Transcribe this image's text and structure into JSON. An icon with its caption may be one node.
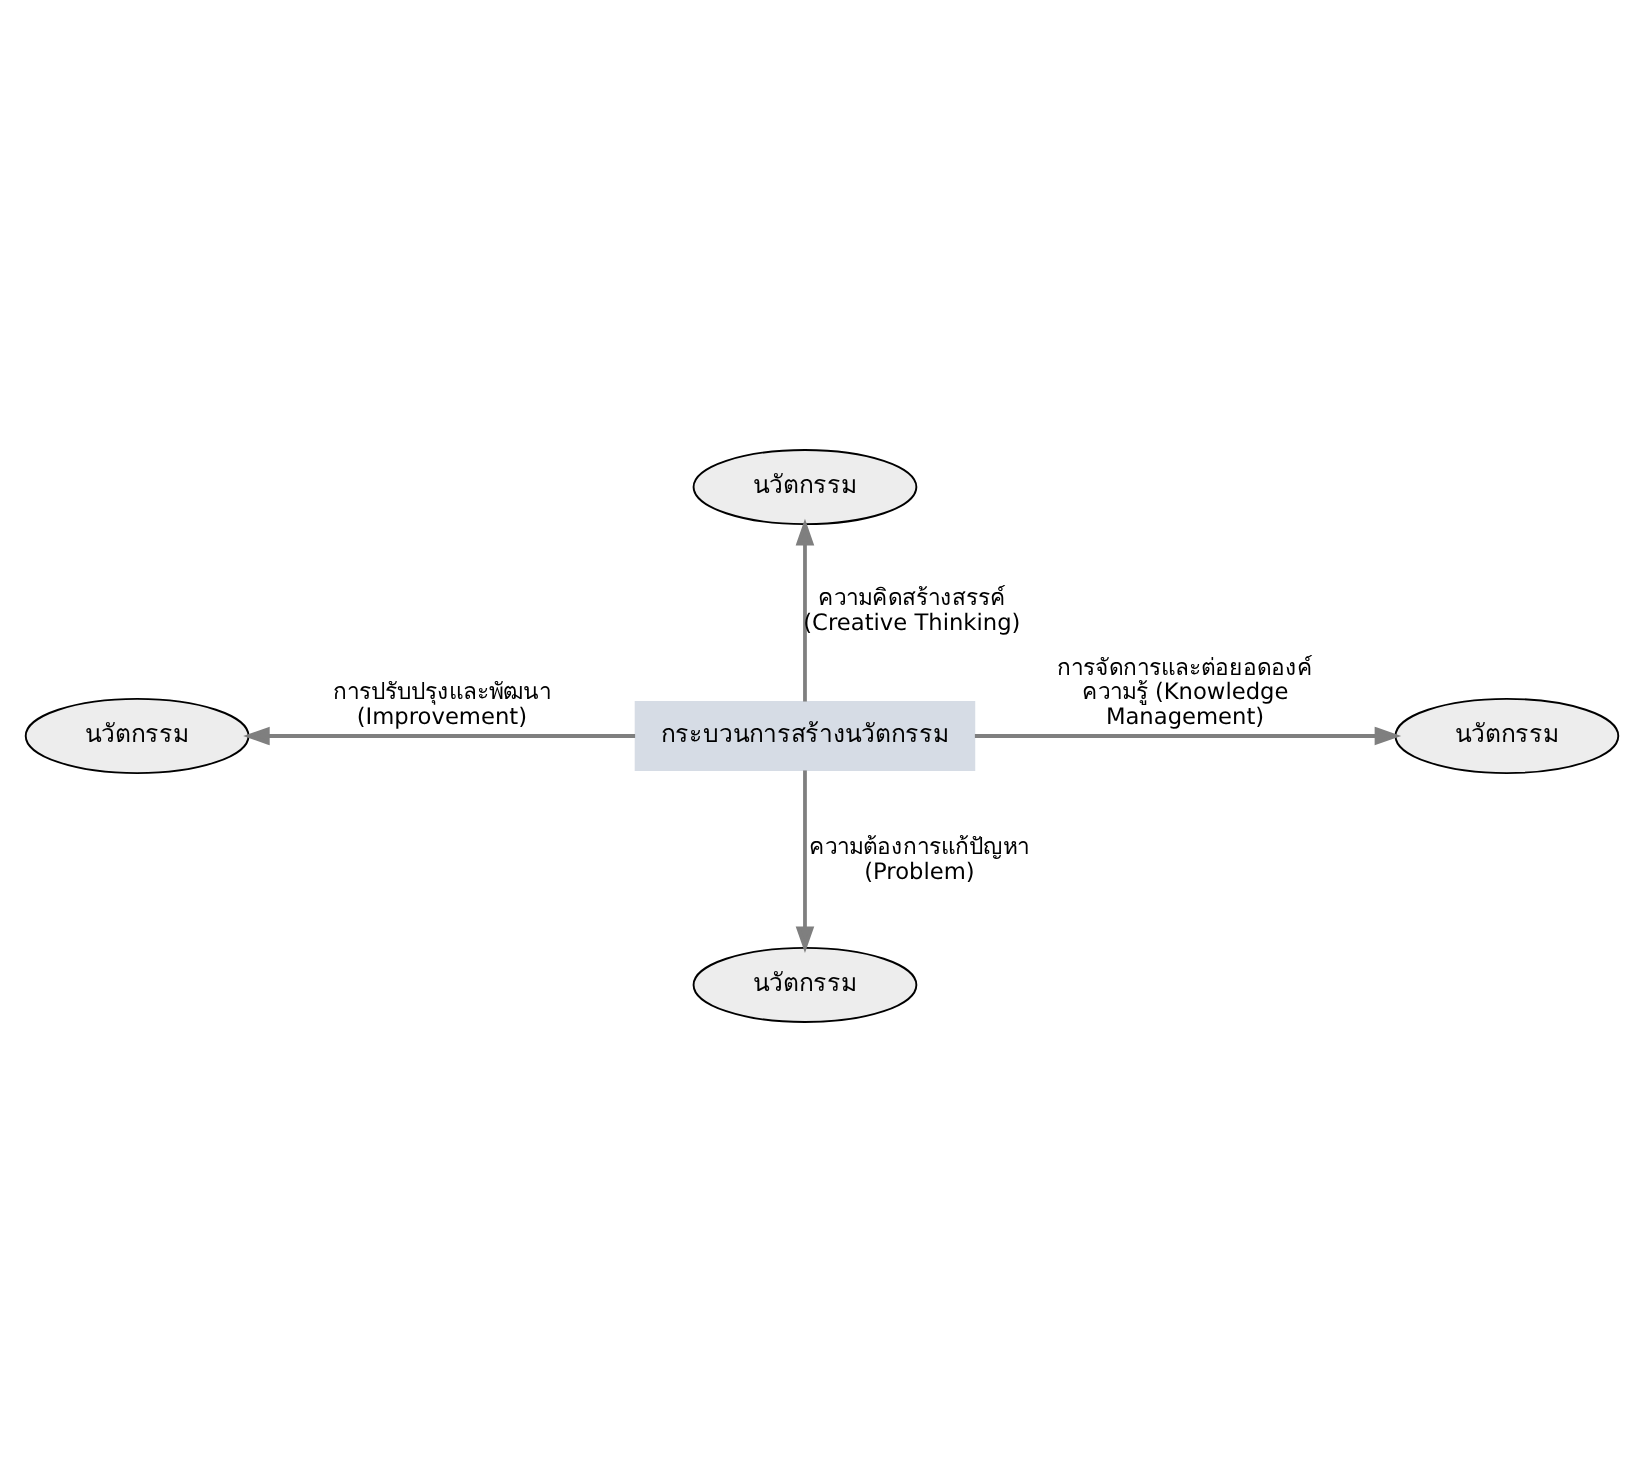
{
  "diagram": {
    "nodes": [
      {
        "text": [
          "นวัตกรรม"
        ]
      },
      {
        "text": [
          "นวัตกรรม"
        ]
      },
      {
        "text": [
          "กระบวนการสร้างนวัตกรรม"
        ]
      },
      {
        "text": [
          "นวัตกรรม"
        ]
      },
      {
        "text": [
          "นวัตกรรม"
        ]
      }
    ],
    "edges": [
      {
        "from": 2,
        "to": 0,
        "arrow": "to",
        "label": "ความคิดสร้างสรรค์ (Creative Thinking)"
      },
      {
        "from": 2,
        "to": 1,
        "arrow": "to",
        "label": "การปรับปรุงและพัฒนา (Improvement)"
      },
      {
        "from": 2,
        "to": 3,
        "arrow": "to",
        "label": "การจัดการและต่อยอดองค์ความรู้ (Knowledge Management)"
      },
      {
        "from": 2,
        "to": 4,
        "arrow": "to",
        "label": "ความต้องการแก้ปัญหา (Problem)"
      }
    ]
  }
}
